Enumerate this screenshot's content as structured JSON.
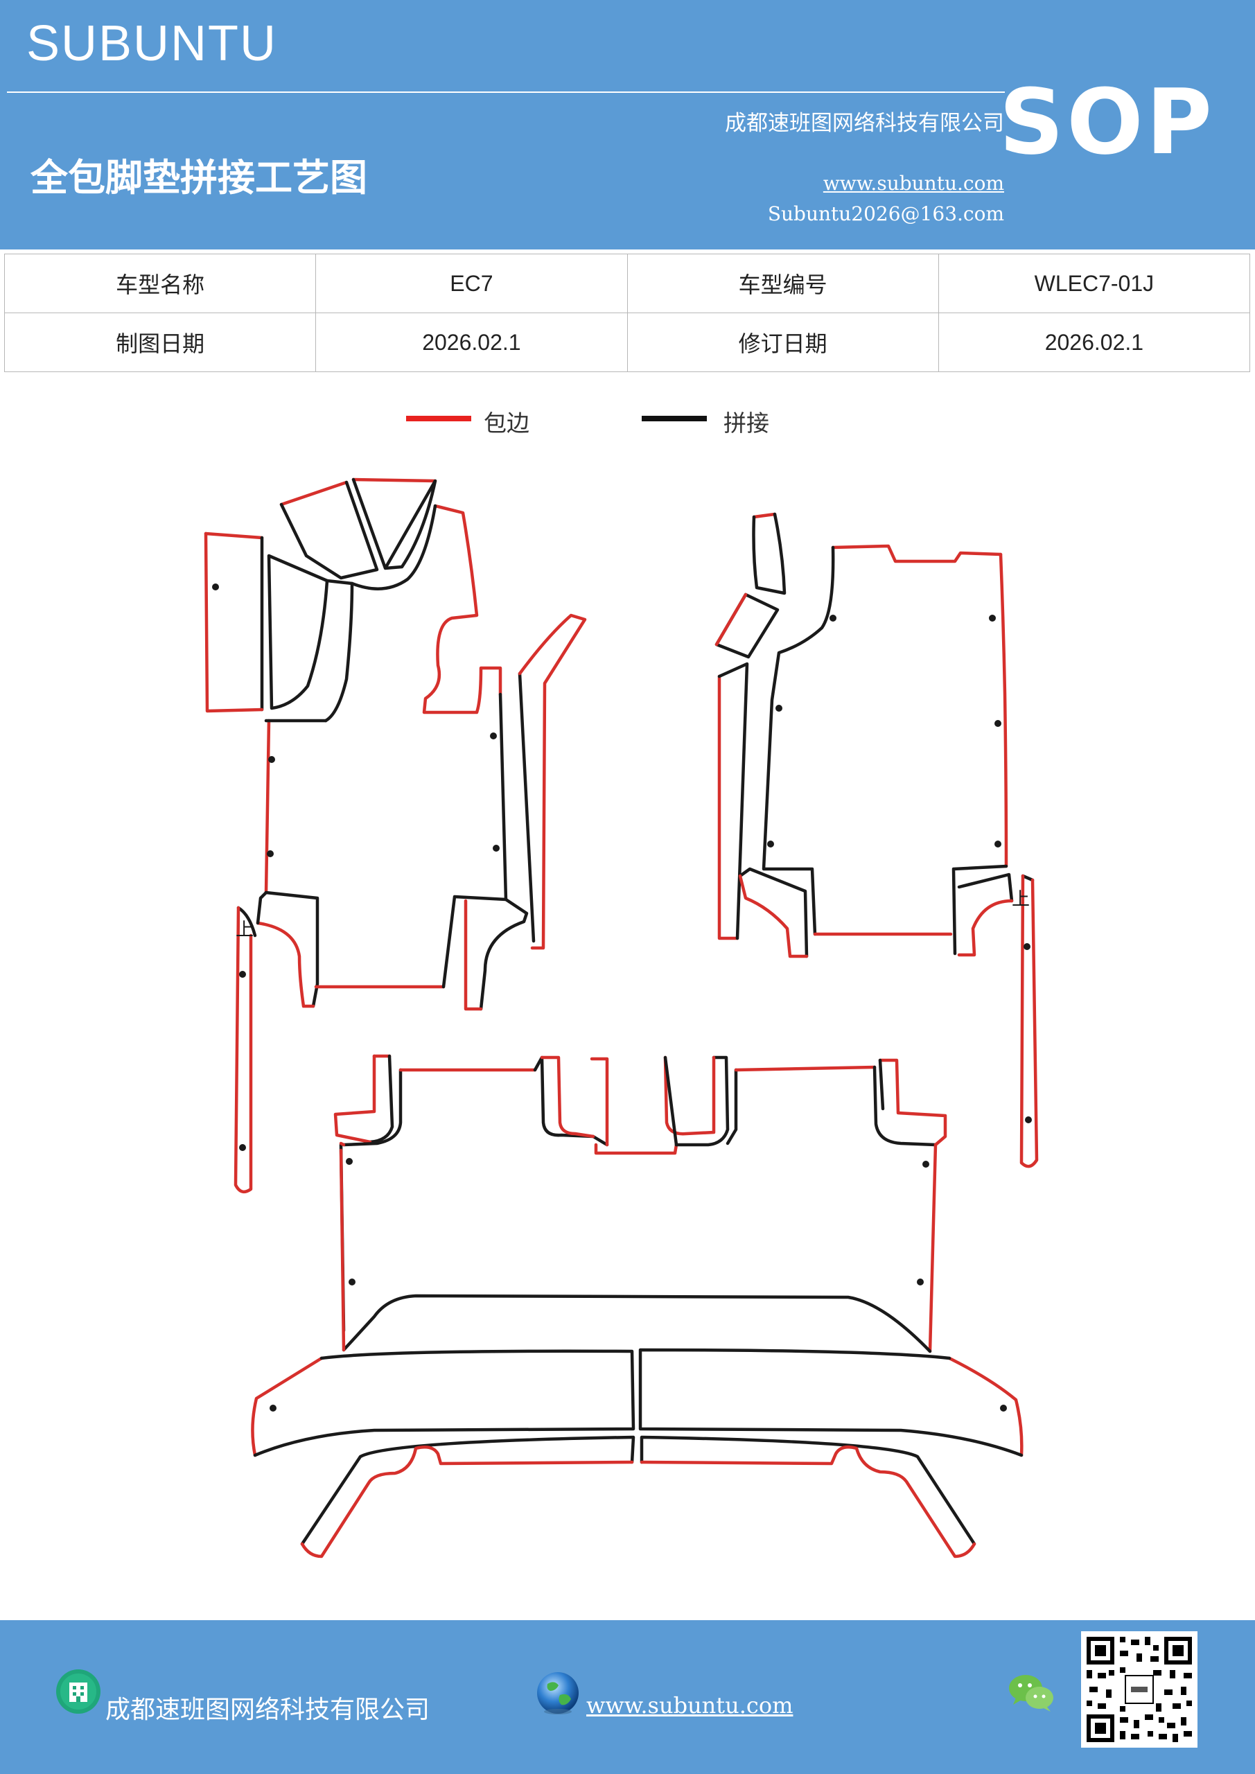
{
  "header": {
    "brand": "SUBUNTU",
    "company": "成都速班图网络科技有限公司",
    "title": "全包脚垫拼接工艺图",
    "website": "www.subuntu.com",
    "email": "Subuntu2026@163.com",
    "badge": "SOP"
  },
  "info": {
    "model_name_label": "车型名称",
    "model_name": "EC7",
    "model_code_label": "车型编号",
    "model_code": "WLEC7-01J",
    "draw_date_label": "制图日期",
    "draw_date": "2026.02.1",
    "revise_date_label": "修订日期",
    "revise_date": "2026.02.1"
  },
  "legend": {
    "edge_label": "包边",
    "edge_color": "#e8221f",
    "splice_label": "拼接",
    "splice_color": "#111111"
  },
  "drawing": {
    "up_mark_left": "上",
    "up_mark_right": "上"
  },
  "footer": {
    "company": "成都速班图网络科技有限公司",
    "website": "www.subuntu.com",
    "building_icon": "building-icon",
    "globe_icon": "globe-icon",
    "wechat_icon": "wechat-icon",
    "qr_icon": "qr-code"
  }
}
